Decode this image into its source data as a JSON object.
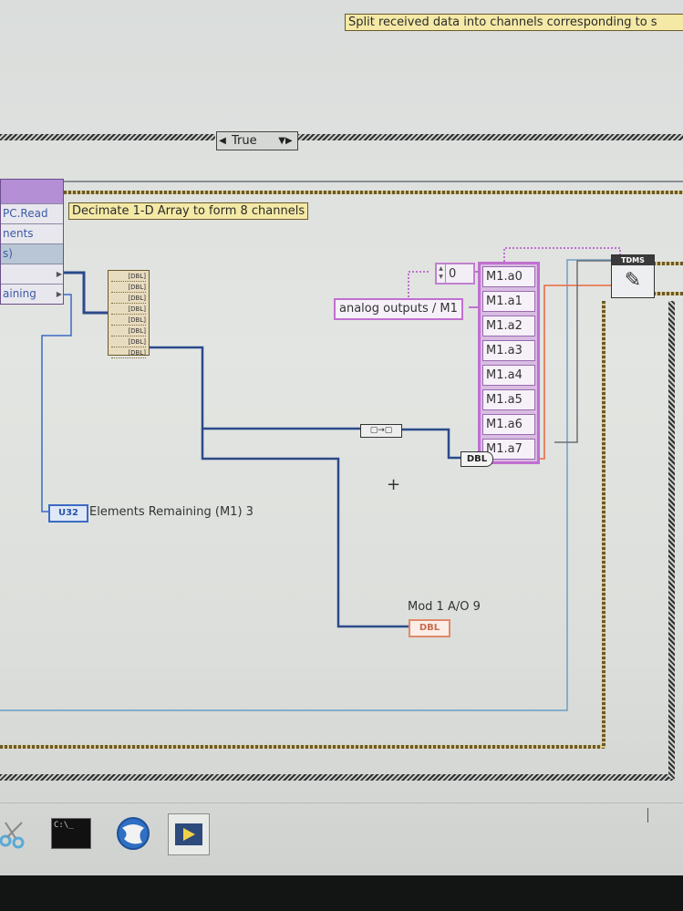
{
  "comments": {
    "split": "Split received data into channels corresponding to s",
    "decimate": "Decimate 1-D Array to form 8 channels"
  },
  "case_structure": {
    "selector_value": "True",
    "left_arrow": "◀",
    "right_arrow": "▼▶"
  },
  "property_node": {
    "items": [
      {
        "label": "PC.Read"
      },
      {
        "label": "nents"
      },
      {
        "label": "s)"
      },
      {
        "label": ""
      },
      {
        "label": "aining"
      }
    ]
  },
  "decimate_rows": [
    "[DBL]",
    "[DBL]",
    "[DBL]",
    "[DBL]",
    "[DBL]",
    "[DBL]",
    "[DBL]",
    "[DBL]"
  ],
  "numeric_constant": {
    "value": "0"
  },
  "path_constant": {
    "label": "analog outputs / M1"
  },
  "channel_names": [
    "M1.a0",
    "M1.a1",
    "M1.a2",
    "M1.a3",
    "M1.a4",
    "M1.a5",
    "M1.a6",
    "M1.a7"
  ],
  "tdms_write": {
    "label": "TDMS"
  },
  "dbl_conversion": {
    "label": "DBL"
  },
  "build_array": {
    "label": "▢→▢"
  },
  "elements_remaining": {
    "type_label": "U32",
    "label": "Elements Remaining (M1) 3"
  },
  "mod_indicator": {
    "type_label": "DBL",
    "label": "Mod 1 A/O 9"
  },
  "colors": {
    "wire_dbl": "#e87a55",
    "wire_int": "#3b6bc4",
    "wire_path": "#c070d0",
    "wire_array": "#2b4a8a"
  },
  "taskbar": {
    "icons": [
      "scissors-icon",
      "terminal-icon",
      "globe-icon",
      "labview-icon"
    ],
    "terminal_text": "C:\\_"
  }
}
